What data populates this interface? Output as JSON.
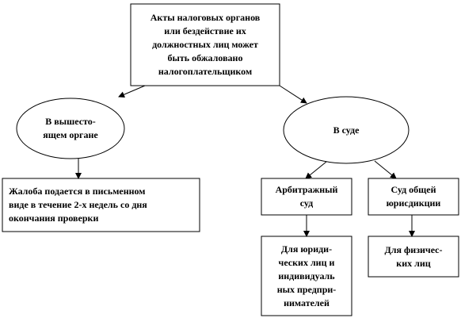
{
  "nodes": {
    "root": "Акты налоговых органов\nили бездействие их\nдолжностных лиц может\nбыть обжаловано\nналогоплательщиком",
    "higher_body": "В вышесто-\nящем органе",
    "court": "В суде",
    "complaint": "Жалоба подается в письменном\nвиде в течение 2-х недель со дня\nокончания проверки",
    "arbitration_court": "Арбитражный\nсуд",
    "general_court": "Суд общей\nюрисдикции",
    "legal_entities": "Для юриди-\nческих лиц и\nиндивидуаль\nных предпри-\nнимателей",
    "individuals": "Для физичес-\nких лиц"
  },
  "colors": {
    "stroke": "#000000",
    "fill": "#ffffff",
    "text": "#000000"
  }
}
